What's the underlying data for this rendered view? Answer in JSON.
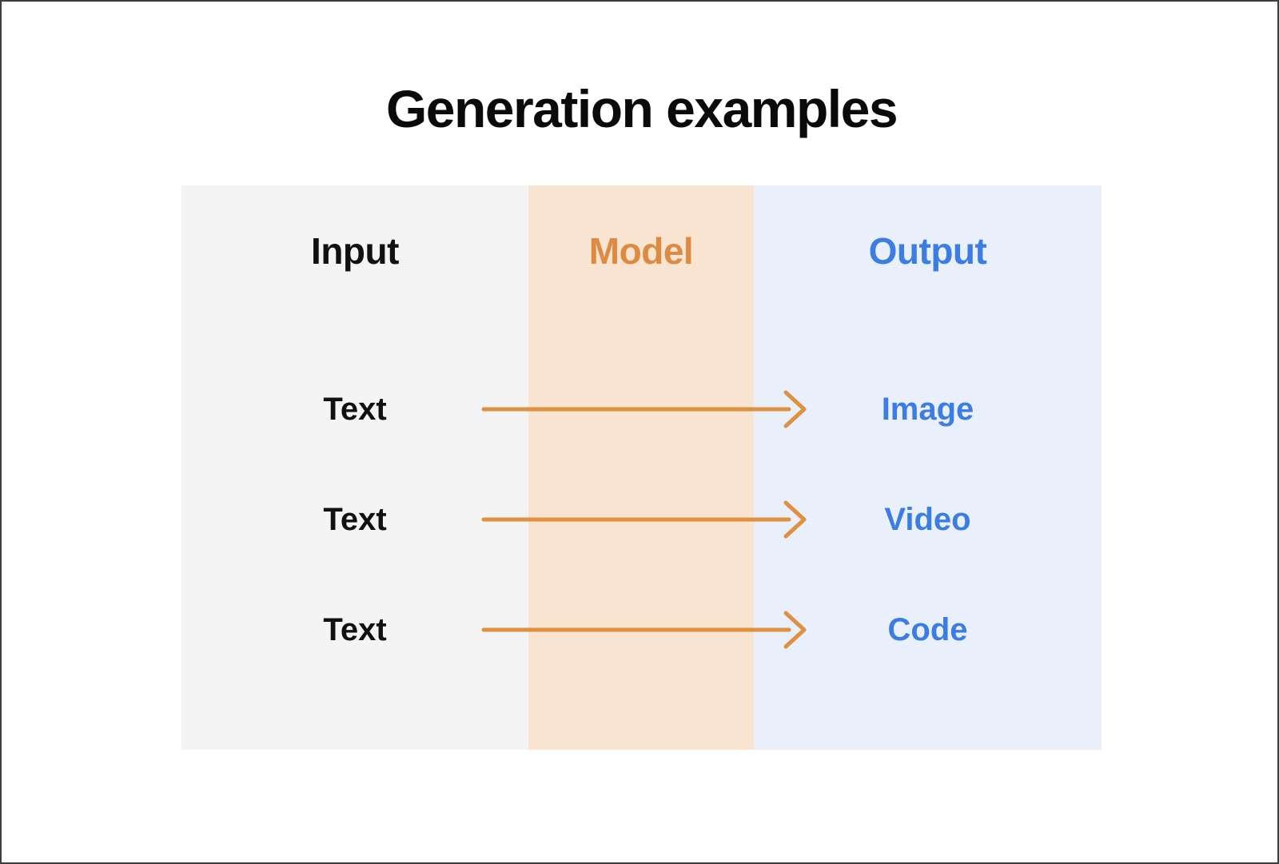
{
  "title": "Generation examples",
  "columns": {
    "input": {
      "label": "Input",
      "bg": "#f4f4f4",
      "text_color": "#111111"
    },
    "model": {
      "label": "Model",
      "bg": "#f8e4d1",
      "text_color": "#dd8a42"
    },
    "output": {
      "label": "Output",
      "bg": "#e9effb",
      "text_color": "#3b7de2"
    }
  },
  "rows": [
    {
      "input": "Text",
      "output": "Image"
    },
    {
      "input": "Text",
      "output": "Video"
    },
    {
      "input": "Text",
      "output": "Code"
    }
  ],
  "colors": {
    "arrow": "#e0913f",
    "frame_border": "#3d3d3d",
    "title_text": "#0a0a0a",
    "page_background": "#ffffff"
  }
}
